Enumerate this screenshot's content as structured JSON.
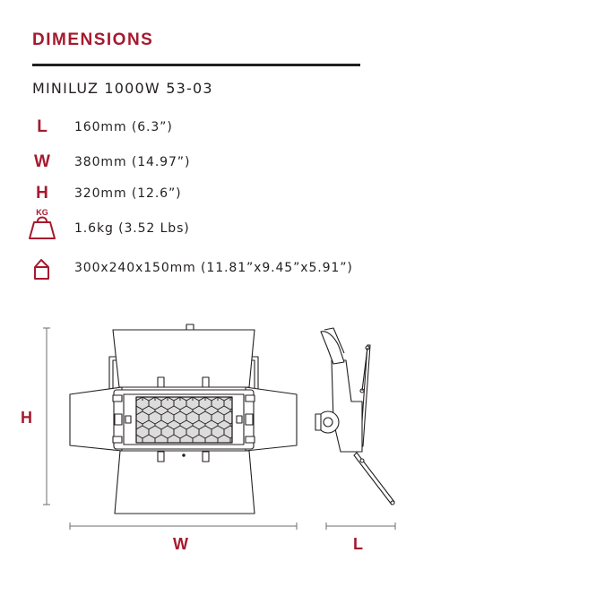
{
  "header": {
    "title": "DIMENSIONS",
    "model": "MINILUZ 1000W 53-03"
  },
  "specs": {
    "length": {
      "letter": "L",
      "value": "160mm (6.3”)"
    },
    "width": {
      "letter": "W",
      "value": "380mm (14.97”)"
    },
    "height": {
      "letter": "H",
      "value": "320mm (12.6”)"
    },
    "weight": {
      "icon": "weight-icon",
      "icon_label": "KG",
      "value": "1.6kg (3.52 Lbs)"
    },
    "package": {
      "icon": "box-icon",
      "value": "300x240x150mm (11.81”x9.45”x5.91”)"
    }
  },
  "drawing": {
    "height_label": "H",
    "width_label": "W",
    "length_label": "L"
  },
  "colors": {
    "accent": "#a6192e",
    "text": "#231f20",
    "line": "#6d6e71"
  }
}
